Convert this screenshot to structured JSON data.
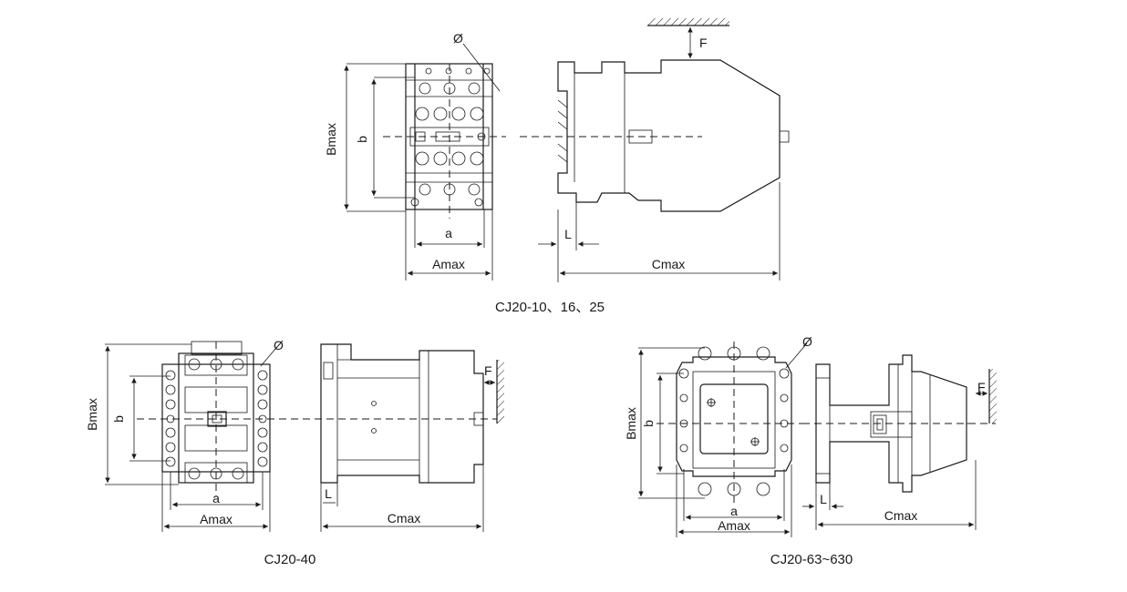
{
  "captions": {
    "top": "CJ20-10、16、25",
    "bottom_left": "CJ20-40",
    "bottom_right": "CJ20-63~630"
  },
  "dims": {
    "bmax": "Bmax",
    "b": "b",
    "a": "a",
    "amax": "Amax",
    "cmax": "Cmax",
    "l": "L",
    "f": "F",
    "dia": "Ø"
  }
}
